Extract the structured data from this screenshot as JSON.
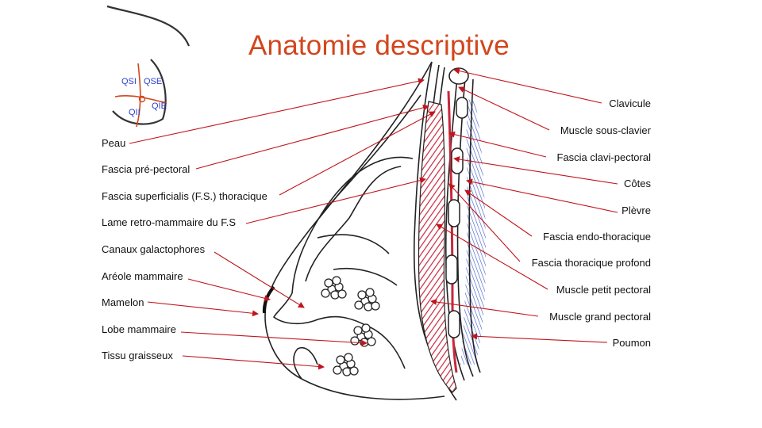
{
  "slide": {
    "title": "Anatomie descriptive"
  },
  "inset": {
    "quadrants": [
      "QSI",
      "QSE",
      "QII",
      "QIE"
    ]
  },
  "labels_left": [
    "Peau",
    "Fascia pré-pectoral",
    "Fascia superficialis (F.S.) thoracique",
    "Lame retro-mammaire du F.S",
    "Canaux galactophores",
    "Aréole mammaire",
    "Mamelon",
    "Lobe mammaire",
    "Tissu graisseux"
  ],
  "labels_right": [
    "Clavicule",
    "Muscle sous-clavier",
    "Fascia clavi-pectoral",
    "Côtes",
    "Plèvre",
    "Fascia endo-thoracique",
    "Fascia thoracique profond",
    "Muscle petit pectoral",
    "Muscle grand pectoral",
    "Poumon"
  ],
  "colors": {
    "title": "#d2461c",
    "leader_line": "#c0151c",
    "muscle": "#c8283c",
    "lung": "#3a56c8",
    "quadrant_text": "#2b3fd0"
  }
}
